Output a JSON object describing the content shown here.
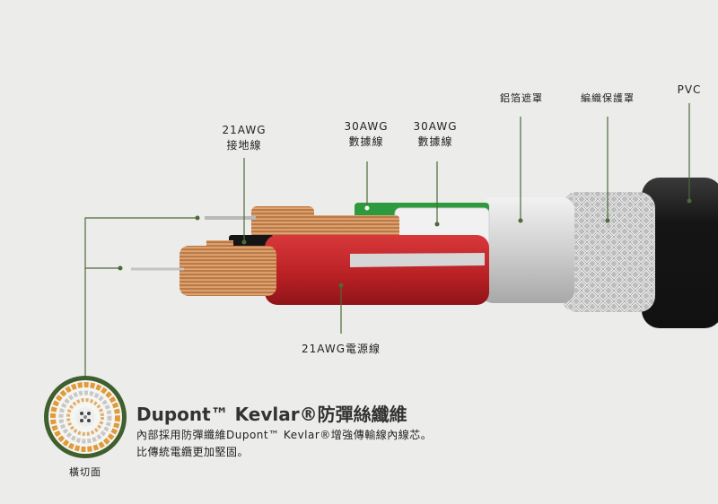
{
  "labels": {
    "ground_wire": {
      "gauge": "21AWG",
      "name": "接地線"
    },
    "data_wire_1": {
      "gauge": "30AWG",
      "name": "數據線"
    },
    "data_wire_2": {
      "gauge": "30AWG",
      "name": "數據線"
    },
    "aluminum_foil": "鋁箔遮罩",
    "braided_shield": "編織保護罩",
    "pvc": "PVC",
    "power_wire": "21AWG電源線",
    "cross_section": "橫切面"
  },
  "feature": {
    "title": "Dupont™ Kevlar®防彈絲纖維",
    "line1": "內部採用防彈纖維Dupont™ Kevlar®增強傳輸線內線芯。",
    "line2": "比傳統電纜更加堅固。"
  },
  "colors": {
    "background": "#ececeb",
    "leader": "#4c6a3a",
    "copper": "#c98a55",
    "red_insulation": "#c0282a",
    "green_insulation": "#2e9a3e",
    "pvc_jacket": "#1c1c1c",
    "cross_section_ring": "#e09a3a"
  }
}
